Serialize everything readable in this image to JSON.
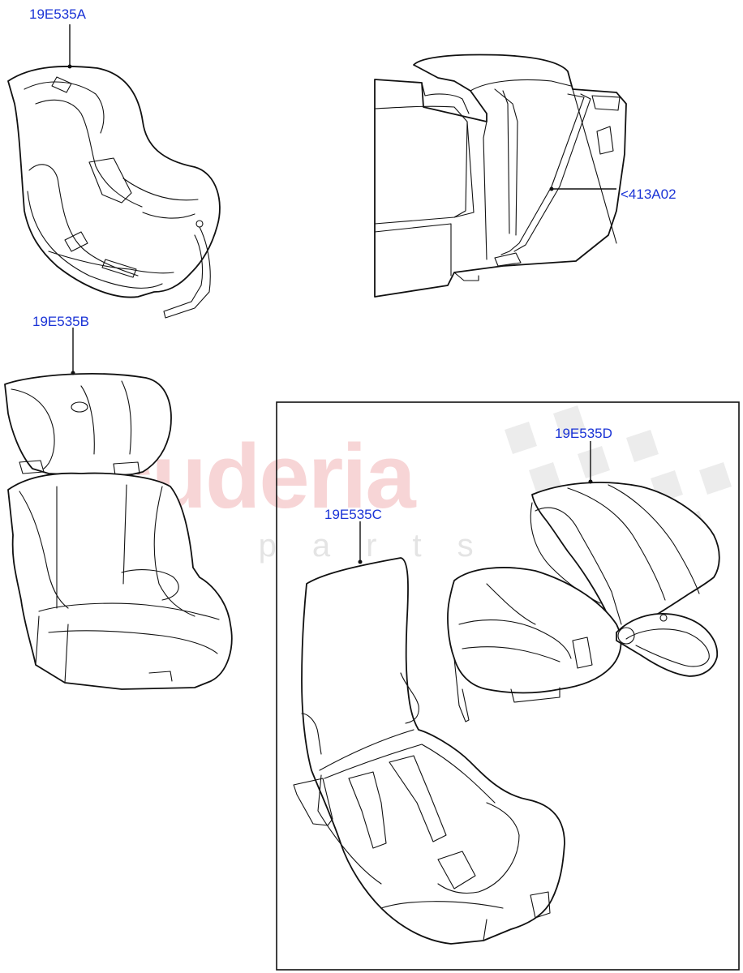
{
  "watermark": {
    "brand": "scuderia",
    "subtitle": "car parts"
  },
  "callouts": {
    "seat_a": "19E535A",
    "seat_b": "19E535B",
    "seat_c": "19E535C",
    "seat_d": "19E535D",
    "anchor": "<413A02"
  },
  "colors": {
    "callout_text": "#1a33d6",
    "watermark_text": "#f2b3b6",
    "line_art": "#111111"
  }
}
